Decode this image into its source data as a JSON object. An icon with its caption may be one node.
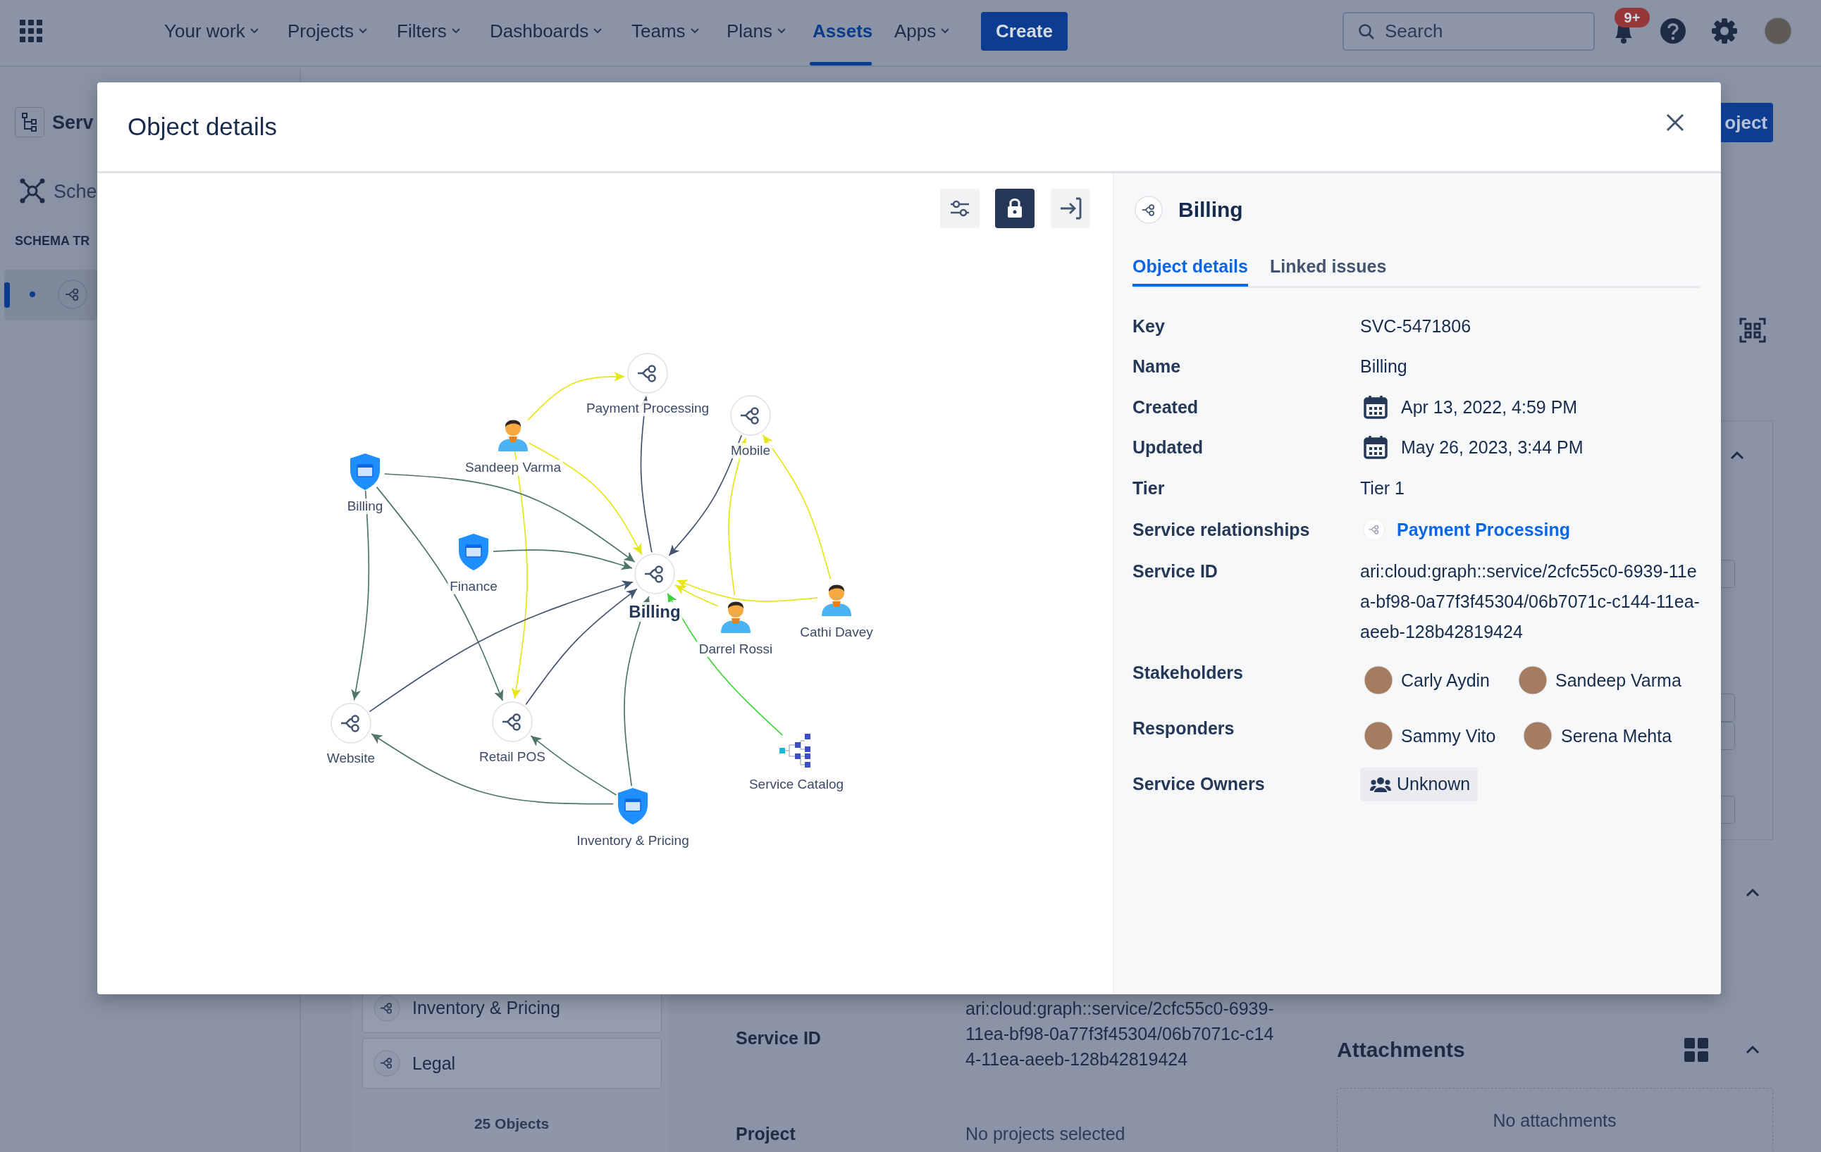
{
  "diagram": {
    "title": "Object details",
    "nodes": [
      {
        "text": [
          "Payment Processing"
        ]
      },
      {
        "text": [
          "Mobile"
        ]
      },
      {
        "text": [
          "Sandeep Varma"
        ]
      },
      {
        "text": [
          "Billing"
        ]
      },
      {
        "text": [
          "Finance"
        ]
      },
      {
        "text": [
          "Billing"
        ]
      },
      {
        "text": [
          "Cathi Davey"
        ]
      },
      {
        "text": [
          "Darrel Rossi"
        ]
      },
      {
        "text": [
          "Website"
        ]
      },
      {
        "text": [
          "Retail POS"
        ]
      },
      {
        "text": [
          "Service Catalog"
        ]
      },
      {
        "text": [
          "Inventory & Pricing"
        ]
      }
    ],
    "edges": [
      {
        "from": 2,
        "to": 0,
        "arrow": "to"
      },
      {
        "from": 5,
        "to": 0,
        "arrow": "to",
        "color": "#44546f"
      },
      {
        "from": 2,
        "to": 5,
        "arrow": "to"
      },
      {
        "from": 2,
        "to": 9,
        "arrow": "to"
      },
      {
        "from": 3,
        "to": 5,
        "arrow": "to",
        "color": "#4e7566"
      },
      {
        "from": 3,
        "to": 8,
        "arrow": "to",
        "color": "#4e7566"
      },
      {
        "from": 3,
        "to": 9,
        "arrow": "to",
        "color": "#4e7566"
      },
      {
        "from": 4,
        "to": 5,
        "arrow": "to",
        "color": "#4e7566"
      },
      {
        "from": 1,
        "to": 5,
        "arrow": "to",
        "color": "#44546f"
      },
      {
        "from": 7,
        "to": 1,
        "arrow": "to"
      },
      {
        "from": 6,
        "to": 1,
        "arrow": "to"
      },
      {
        "from": 6,
        "to": 5,
        "arrow": "to"
      },
      {
        "from": 7,
        "to": 5,
        "arrow": "to"
      },
      {
        "from": 8,
        "to": 5,
        "arrow": "to",
        "color": "#44546f"
      },
      {
        "from": 9,
        "to": 5,
        "arrow": "to",
        "color": "#44546f"
      },
      {
        "from": 11,
        "to": 5,
        "arrow": "to",
        "color": "#4e7566"
      },
      {
        "from": 11,
        "to": 8,
        "arrow": "to",
        "color": "#4e7566"
      },
      {
        "from": 11,
        "to": 9,
        "arrow": "to",
        "color": "#4e7566"
      },
      {
        "from": 10,
        "to": 5,
        "arrow": "to",
        "color": "#3fd43a"
      }
    ],
    "labels": [
      "Your work",
      "Projects",
      "Filters",
      "Dashboards",
      "Teams",
      "Plans",
      "Assets",
      "Apps",
      "Create",
      "Search",
      "9+",
      "Serv",
      "Sche",
      "SCHEMA TR",
      "oject",
      "Billing",
      "Object details",
      "Linked issues",
      "Key",
      "SVC-5471806",
      "Name",
      "Billing",
      "Created",
      "Apr 13, 2022, 4:59 PM",
      "Updated",
      "May 26, 2023, 3:44 PM",
      "Tier",
      "Tier 1",
      "Service relationships",
      "Payment Processing",
      "Service ID",
      "ari:cloud:graph::service/2cfc55c0-6939-11ea-bf98-0a77f3f45304/06b7071c-c144-11ea-aeeb-128b42819424",
      "Stakeholders",
      "Carly Aydin",
      "Sandeep Varma",
      "Responders",
      "Sammy Vito",
      "Serena Mehta",
      "Service Owners",
      "Unknown",
      "Inventory & Pricing",
      "Legal",
      "25 Objects",
      "Service ID",
      "ari:cloud:graph::service/2cfc55c0-6939-11ea-bf98-0a77f3f45304/06b7071c-c144-11ea-aeeb-128b42819424",
      "Project",
      "No projects selected",
      "Attachments",
      "No attachments"
    ]
  }
}
